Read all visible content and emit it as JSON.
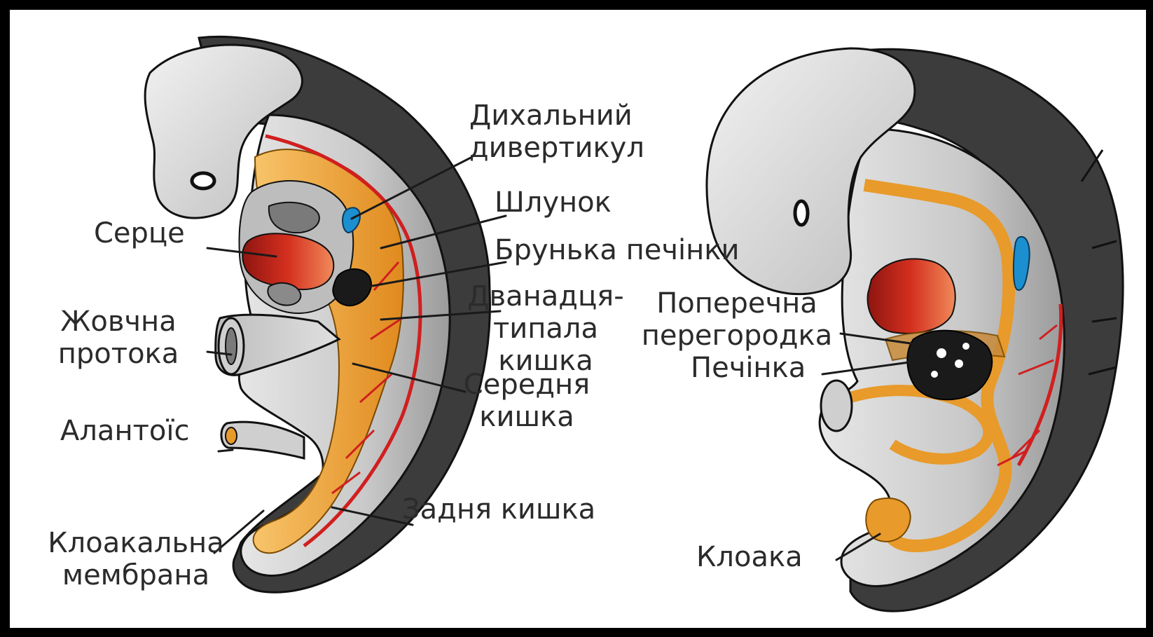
{
  "colors": {
    "frame": "#000000",
    "background": "#ffffff",
    "body_light": "#dcdcdc",
    "body_mid": "#a9a9a9",
    "body_dark": "#3c3c3c",
    "gut": "#e89a2a",
    "gut_light": "#f6c266",
    "blood": "#d01f1f",
    "heart": "#c6261c",
    "diverticulum": "#1c8fd0",
    "liver": "#1a1a1a",
    "label_text": "#2b2b2b",
    "leader": "#1a1a1a"
  },
  "labels": {
    "resp_diverticulum": {
      "line1": "Дихальний",
      "line2": "дивертикул"
    },
    "stomach": "Шлунок",
    "heart": "Серце",
    "liver_bud": "Брунька печінки",
    "duodenum": {
      "line1": "Дванадця-",
      "line2": "типала",
      "line3": "кишка"
    },
    "yolk_duct": {
      "line1": "Жовчна",
      "line2": "протока"
    },
    "midgut": {
      "line1": "Середня",
      "line2": "кишка"
    },
    "allantois": "Алантоїс",
    "hindgut": "Задня кишка",
    "cloacal_membrane": {
      "line1": "Клоакальна",
      "line2": "мембрана"
    },
    "septum_transversum": {
      "line1": "Поперечна",
      "line2": "перегородка"
    },
    "liver": "Печінка",
    "cloaca": "Клоака"
  }
}
